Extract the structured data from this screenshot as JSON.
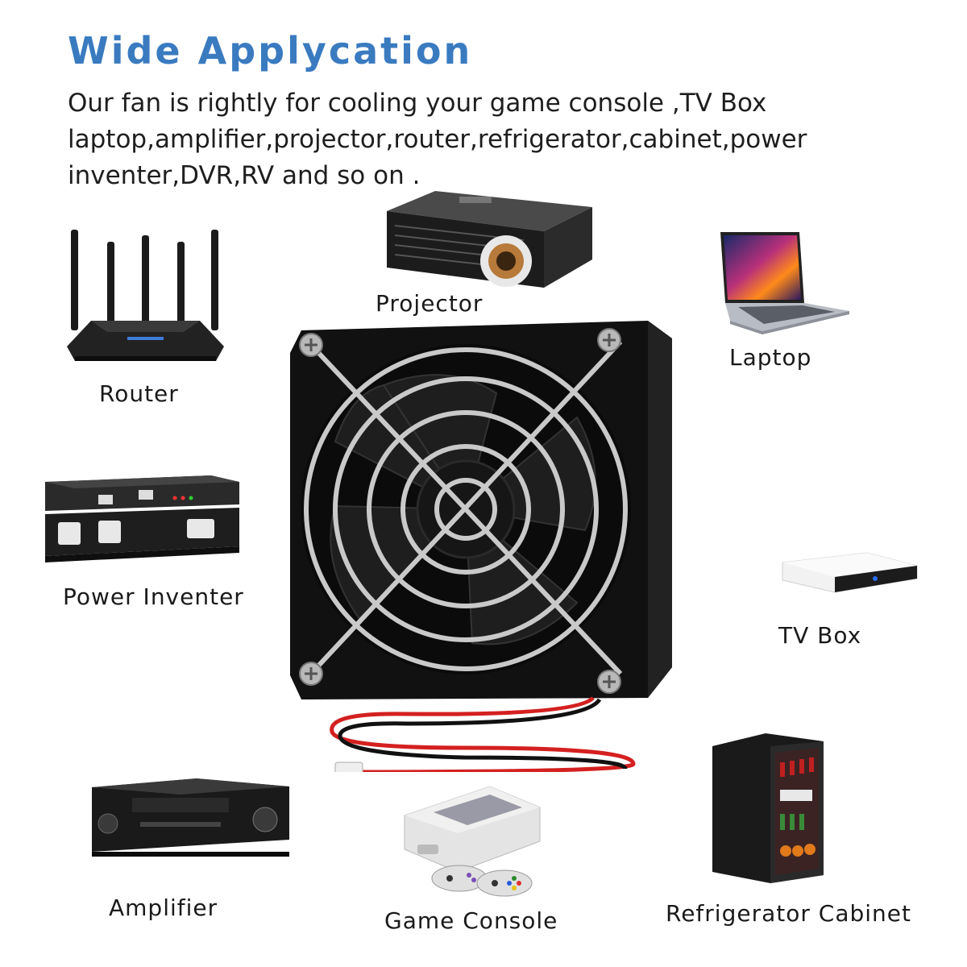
{
  "heading": "Wide Applycation",
  "description": "Our fan is rightly for cooling your game console ,TV Box laptop,amplifier,projector,router,refrigerator,cabinet,power inventer,DVR,RV and so on .",
  "applications": {
    "router": "Router",
    "projector": "Projector",
    "laptop": "Laptop",
    "power_inventer": "Power Inventer",
    "tv_box": "TV Box",
    "amplifier": "Amplifier",
    "game_console": "Game Console",
    "refrigerator_cabinet": "Refrigerator Cabinet"
  },
  "icons": {
    "router": "router-icon",
    "projector": "projector-icon",
    "laptop": "laptop-icon",
    "power_inventer": "power-inventer-icon",
    "tv_box": "tv-box-icon",
    "amplifier": "amplifier-icon",
    "game_console": "game-console-icon",
    "refrigerator_cabinet": "refrigerator-icon",
    "fan": "cooling-fan-icon"
  },
  "colors": {
    "heading": "#3a7bc0",
    "text": "#1e1e1e",
    "fan_body": "#111111",
    "grill": "#c9c9c9",
    "wire_red": "#d42020"
  }
}
